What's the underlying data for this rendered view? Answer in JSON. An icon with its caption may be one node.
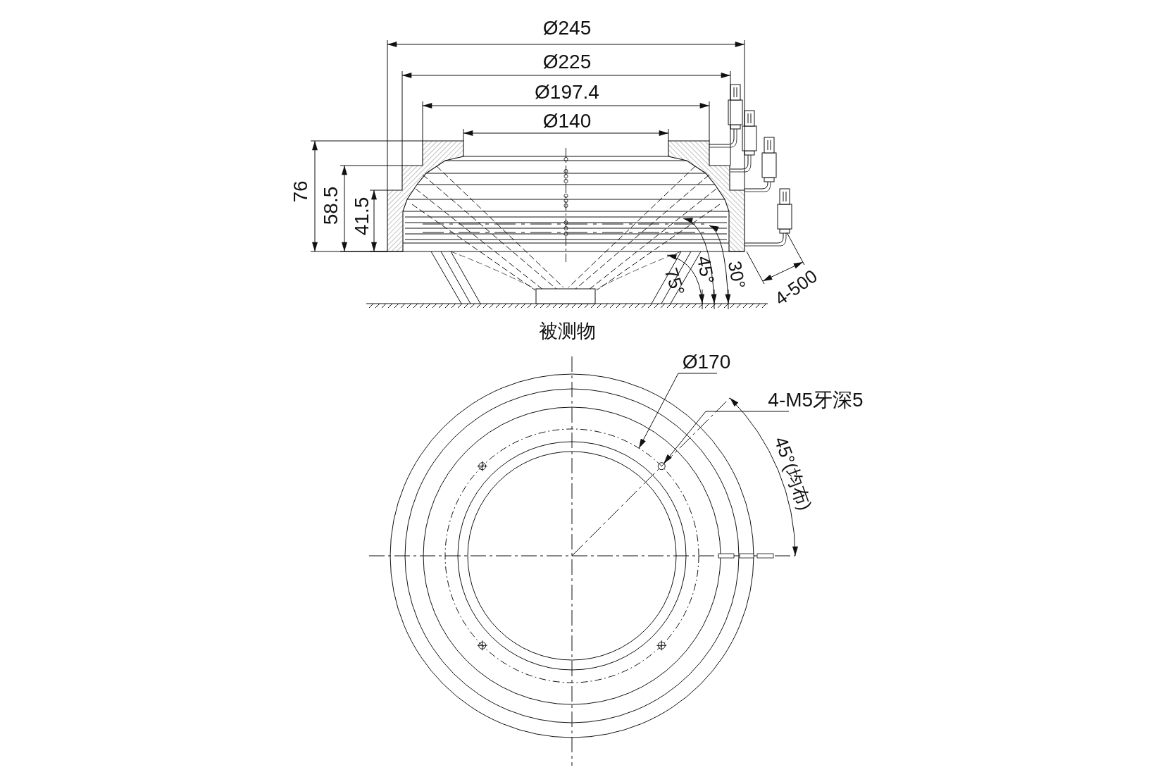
{
  "diagram": {
    "nodes": [
      {
        "text": [
          "Ø170"
        ]
      },
      {
        "text": [],
        "shape": "circle"
      },
      {
        "text": [
          "4-M5牙深5"
        ]
      },
      {
        "text": [],
        "shape": "circle"
      }
    ],
    "edges": [
      {
        "from": 0,
        "to": 1,
        "arrow": "to"
      },
      {
        "from": 2,
        "to": 3,
        "arrow": "to"
      }
    ],
    "labels": [
      "Ø245",
      "Ø225",
      "Ø197.4",
      "Ø140",
      "76",
      "58.5",
      "41.5",
      "75°",
      "45°",
      "30°",
      "4-500",
      "被测物",
      "45°(均布)"
    ]
  }
}
